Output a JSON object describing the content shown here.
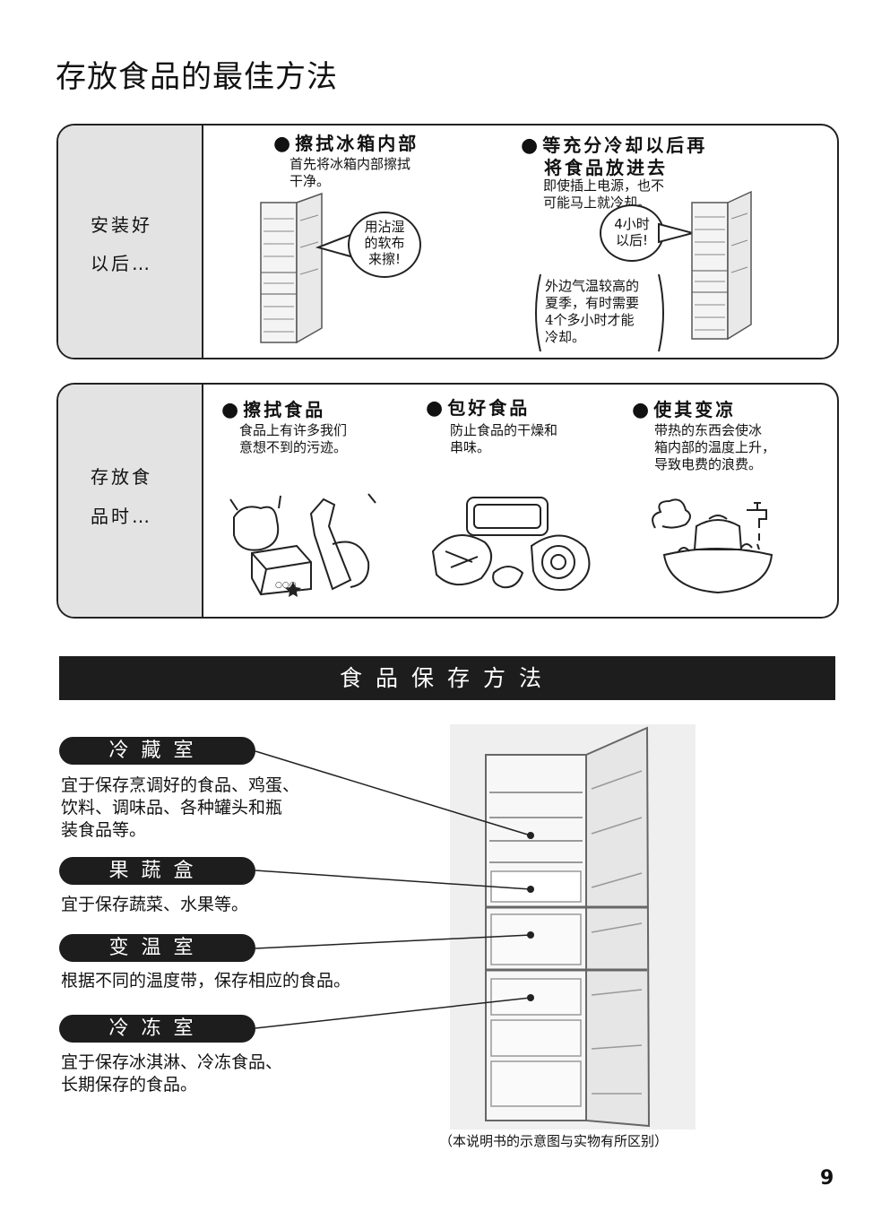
{
  "page_title": "存放食品的最佳方法",
  "panel1": {
    "side_label_lines": [
      "安装好",
      "以后…"
    ],
    "item1": {
      "title": "擦拭冰箱内部",
      "desc_lines": [
        "首先将冰箱内部擦拭",
        "干净。"
      ],
      "bubble_lines": [
        "用沾湿",
        "的软布",
        "来擦!"
      ]
    },
    "item2": {
      "title_lines": [
        "等充分冷却以后再",
        "将食品放进去"
      ],
      "desc_lines": [
        "即使插上电源，也不",
        "可能马上就冷却。"
      ],
      "bubble_lines": [
        "4小时",
        "以后!"
      ],
      "note_lines": [
        "外边气温较高的",
        "夏季，有时需要",
        "4个多小时才能",
        "冷却。"
      ]
    }
  },
  "panel2": {
    "side_label_lines": [
      "存放食",
      "品时…"
    ],
    "item1": {
      "title": "擦拭食品",
      "desc_lines": [
        "食品上有许多我们",
        "意想不到的污迹。"
      ]
    },
    "item2": {
      "title": "包好食品",
      "desc_lines": [
        "防止食品的干燥和",
        "串味。"
      ]
    },
    "item3": {
      "title": "使其变凉",
      "desc_lines": [
        "带热的东西会使冰",
        "箱内部的温度上升，",
        "导致电费的浪费。"
      ]
    }
  },
  "section_title": "食品保存方法",
  "compartments": [
    {
      "name": "冷藏室",
      "desc_lines": [
        "宜于保存烹调好的食品、鸡蛋、",
        "饮料、调味品、各种罐头和瓶",
        "装食品等。"
      ]
    },
    {
      "name": "果蔬盒",
      "desc_lines": [
        "宜于保存蔬菜、水果等。"
      ]
    },
    {
      "name": "变温室",
      "desc_lines": [
        "根据不同的温度带，保存相应的食品。"
      ]
    },
    {
      "name": "冷冻室",
      "desc_lines": [
        "宜于保存冰淇淋、冷冻食品、",
        "长期保存的食品。"
      ]
    }
  ],
  "caption": "（本说明书的示意图与实物有所区别）",
  "page_number": "9"
}
